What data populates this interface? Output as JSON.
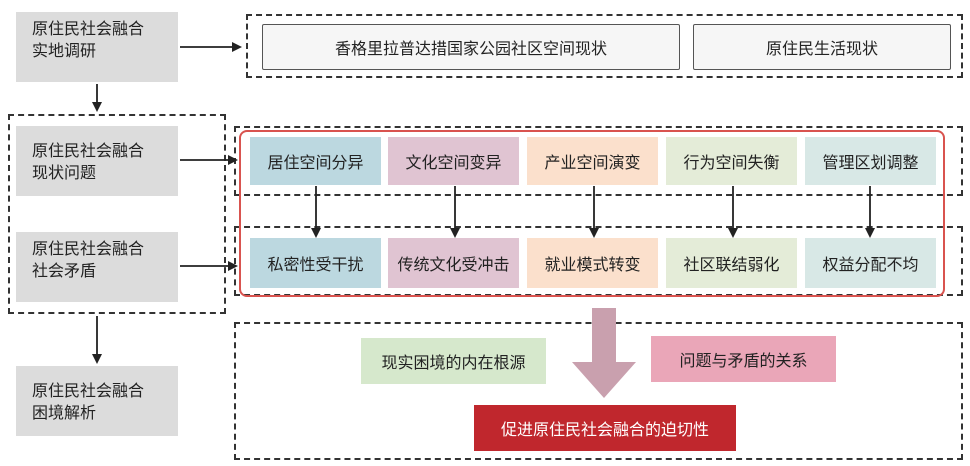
{
  "left_steps": [
    "原住民社会融合\n实地调研",
    "原住民社会融合\n现状问题",
    "原住民社会融合\n社会矛盾",
    "原住民社会融合\n困境解析"
  ],
  "status": {
    "park": "香格里拉普达措国家公园社区空间现状",
    "life": "原住民生活现状"
  },
  "problems": [
    "居住空间分异",
    "文化空间变异",
    "产业空间演变",
    "行为空间失衡",
    "管理区划调整"
  ],
  "conflicts": [
    "私密性受干扰",
    "传统文化受冲击",
    "就业模式转变",
    "社区联结弱化",
    "权益分配不均"
  ],
  "analysis": {
    "root": "现实困境的内在根源",
    "relation": "问题与矛盾的关系",
    "urgency": "促进原住民社会融合的迫切性"
  },
  "colors": {
    "blue": "#bcd8e0",
    "pink": "#e0c4d2",
    "peach": "#fbe0cc",
    "green": "#e4ecd8",
    "teal": "#d8e8e6",
    "red_frame": "#d9534f",
    "big_arrow": "#c9a0ae",
    "urgency_bg": "#c0272d"
  }
}
